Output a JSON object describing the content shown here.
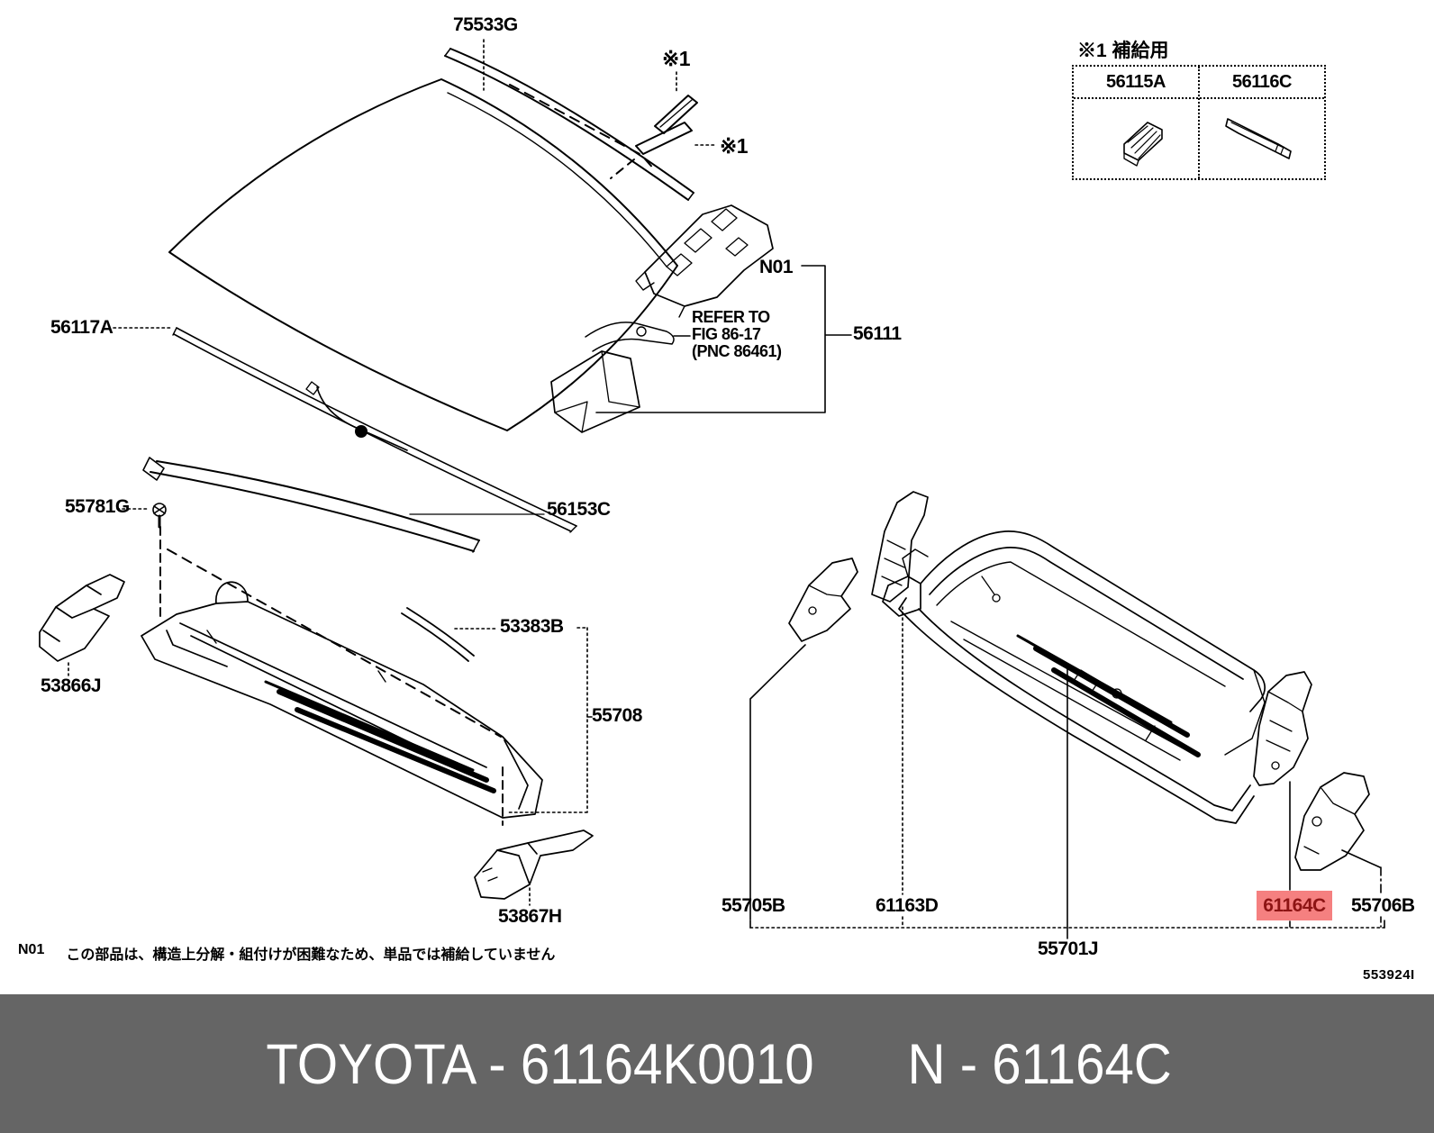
{
  "callouts": {
    "p75533G": "75533G",
    "ref_mark_top": "※1",
    "ref_mark_side": "※1",
    "n01": "N01",
    "refer_line1": "REFER TO",
    "refer_line2": "FIG 86-17",
    "refer_line3": "(PNC 86461)",
    "p56111": "56111",
    "p56117A": "56117A",
    "p55781G": "55781G",
    "p56153C": "56153C",
    "p53866J": "53866J",
    "p53383B": "53383B",
    "p55708": "55708",
    "p53867H": "53867H",
    "p55705B": "55705B",
    "p61163D": "61163D",
    "p55701J": "55701J",
    "p61164C": "61164C",
    "p55706B": "55706B"
  },
  "supply_table": {
    "title": "※1 補給用",
    "columns": [
      "56115A",
      "56116C"
    ]
  },
  "footer": {
    "note_prefix": "N01",
    "note": "この部品は、構造上分解・組付けが困難なため、単品では補給していません",
    "page_code": "553924I"
  },
  "title_bar": {
    "left": "TOYOTA - 61164K0010",
    "right": "N - 61164C",
    "bg": "#656565",
    "fg": "#ffffff"
  },
  "highlight": {
    "bg": "#f58080",
    "fg": "#8d1414"
  },
  "line_color": "#000000"
}
